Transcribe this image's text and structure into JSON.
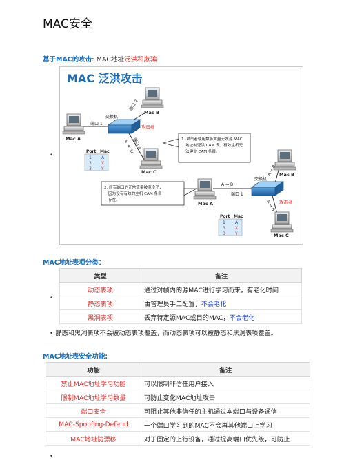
{
  "page": {
    "title": "MAC安全"
  },
  "section1": {
    "bold": "基于MAC的攻击",
    "sep": ":",
    "plain": "MAC地址",
    "red": "泛洪和欺骗"
  },
  "diagram": {
    "title": "MAC 泛洪攻击",
    "hostA": "Mac A",
    "hostB": "Mac B",
    "hostC": "Mac C",
    "switch": "交换机",
    "port1": "端口 1",
    "port2": "端口 2",
    "port3": "端口 3",
    "attacker": "攻击者",
    "note1": [
      "1. 攻击者使用数多大量无效源 MAC",
      "地址制泛洪 CAM 表，有效主机无",
      "法建立 CAM 条目。"
    ],
    "note2": [
      "2. 所有端口的正常流量被淹没了，",
      "因为没有有效的主机 CAM 条目",
      "存在。"
    ],
    "cam_headers": [
      "Port",
      "Mac"
    ],
    "cam_rows": [
      [
        "1",
        "A"
      ],
      [
        "3",
        "X"
      ],
      [
        "3",
        "Y"
      ]
    ],
    "flood_letters": [
      "Y",
      "X",
      "C"
    ],
    "flow_ab": "A → B"
  },
  "section2": {
    "heading": "MAC地址表项分类："
  },
  "table1": {
    "headers": [
      "类型",
      "备注"
    ],
    "rows": [
      {
        "type": "动态表项",
        "note": "通过对帧内的源MAC进行学习而来，有老化时间",
        "note_blue": ""
      },
      {
        "type": "静态表项",
        "note": "由管理员手工配置，",
        "note_blue": "不会老化"
      },
      {
        "type": "黑洞表项",
        "note": "丢弃特定源MAC或目的MAC，",
        "note_blue": "不会老化"
      }
    ]
  },
  "note_text": "静态和黑洞表项不会被动态表项覆盖，而动态表项可以被静态和黑洞表项覆盖。",
  "section3": {
    "heading": "MAC地址表安全功能:"
  },
  "table2": {
    "headers": [
      "功能",
      "备注"
    ],
    "rows": [
      {
        "func": "禁止MAC地址学习功能",
        "note": "可以限制非信任用户接入"
      },
      {
        "func": "限制MAC地址学习数量",
        "note": "可防止变化MAC地址攻击"
      },
      {
        "func": "端口安全",
        "note": "可阻止其他非信任的主机通过本端口与设备通信"
      },
      {
        "func": "MAC-Spoofing-Defend",
        "note": "一个端口学习到的MAC不会再其他端口上学习"
      },
      {
        "func": "MAC地址防漂移",
        "note": "对于固定的上行设备，通过提高端口优先级，可防止"
      }
    ]
  },
  "colors": {
    "heading_blue": "#1a6fc2",
    "red": "#d9302c",
    "blue_text": "#1f3fd1",
    "switch_blue": "#2f7ec7"
  }
}
